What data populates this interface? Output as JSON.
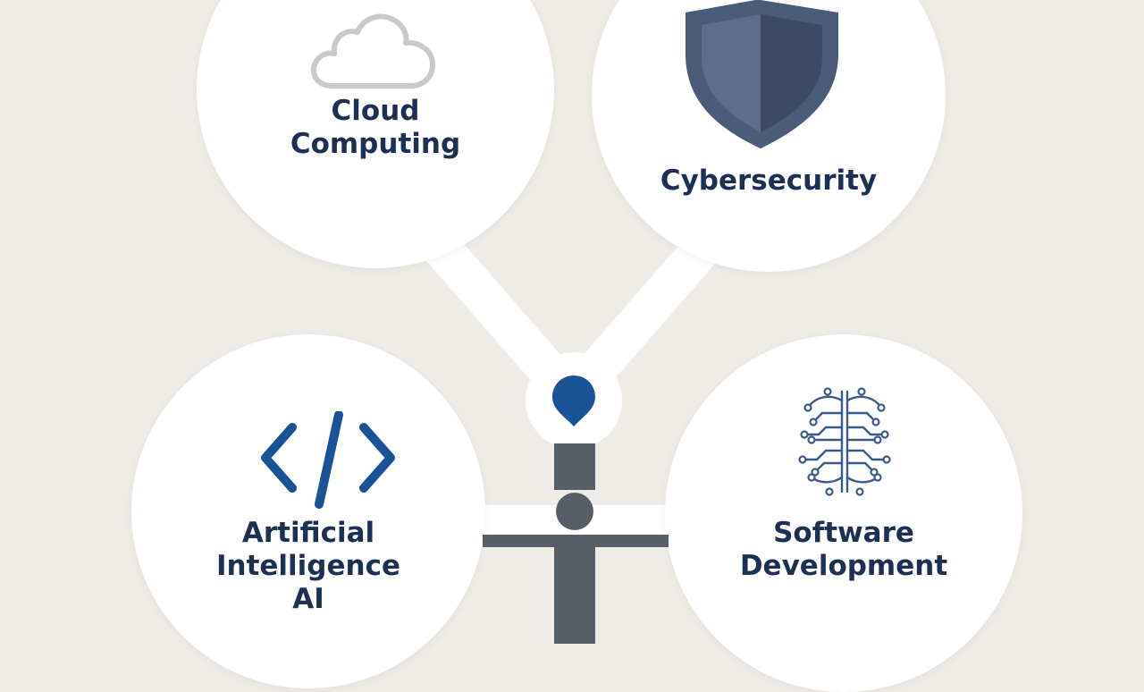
{
  "colors": {
    "background": "#efebe6",
    "bubble": "#ffffff",
    "text": "#1c2f54",
    "accent_blue": "#1a5297",
    "shield": "#4b5c78",
    "stem": "#585e67"
  },
  "nodes": {
    "cloud": {
      "icon": "cloud-icon",
      "line1": "Cloud",
      "line2": "Computing"
    },
    "security": {
      "icon": "shield-icon",
      "line1": "Cybersecurity"
    },
    "ai": {
      "icon": "code-brackets-icon",
      "line1": "Artificial",
      "line2": "Intelligence",
      "line3": "AI"
    },
    "software": {
      "icon": "brain-circuit-icon",
      "line1": "Software",
      "line2": "Development"
    }
  },
  "hub": {
    "icon": "location-pin-icon"
  }
}
